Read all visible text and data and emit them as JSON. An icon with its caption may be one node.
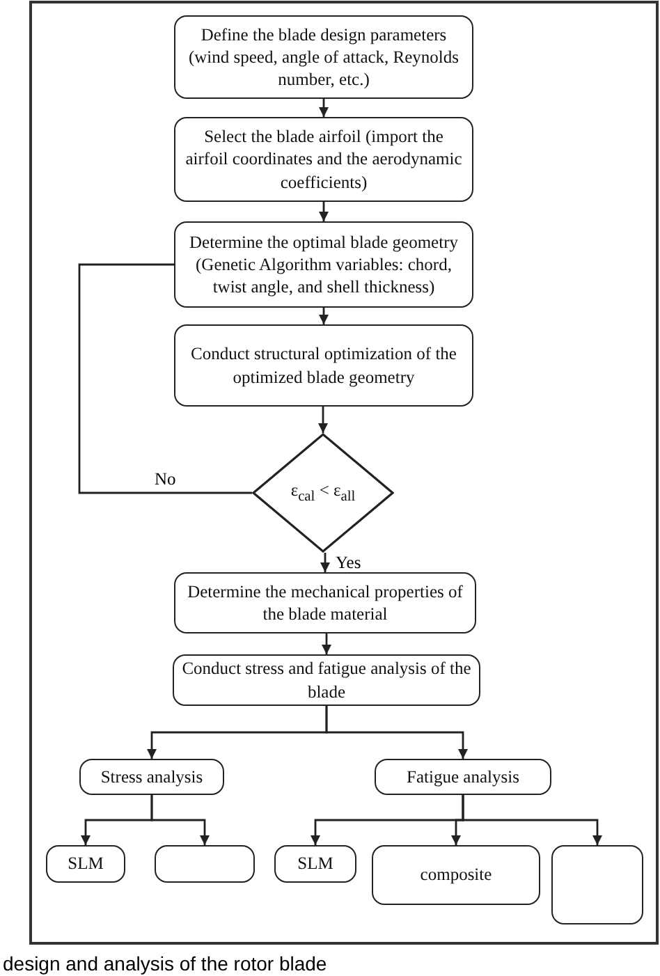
{
  "diagram": {
    "caption": "design and analysis of the rotor blade",
    "nodes": [
      {
        "text": [
          "Define the blade design parameters (wind speed, angle of attack, Reynolds number, etc.)"
        ]
      },
      {
        "text": [
          "Select the blade airfoil (import the airfoil coordinates and the aerodynamic coefficients)"
        ]
      },
      {
        "text": [
          "Determine the optimal blade geometry (Genetic Algorithm variables: chord, twist angle, and shell thickness)"
        ]
      },
      {
        "text": [
          "Conduct structural optimization of the optimized blade geometry"
        ]
      },
      {
        "text": [
          "ε$_{cal}$ < ε$_{all}$"
        ]
      },
      {
        "text": [
          "Determine the mechanical properties of the blade material"
        ]
      },
      {
        "text": [
          "Conduct stress and fatigue analysis of the blade"
        ]
      },
      {
        "text": [
          "Stress analysis"
        ]
      },
      {
        "text": [
          "Fatigue analysis"
        ]
      },
      {
        "text": [
          "SLM"
        ]
      },
      {
        "text": [],
        "shape": "box"
      },
      {
        "text": [
          "SLM"
        ]
      },
      {
        "text": [
          "composite"
        ]
      },
      {
        "text": [],
        "shape": "box"
      }
    ],
    "edges": [
      {
        "from": 0,
        "to": 1,
        "arrow": "to"
      },
      {
        "from": 1,
        "to": 2,
        "arrow": "to"
      },
      {
        "from": 2,
        "to": 3,
        "arrow": "to"
      },
      {
        "from": 3,
        "to": 4,
        "arrow": "to"
      },
      {
        "from": 4,
        "to": 2,
        "arrow": "none",
        "label": "No"
      },
      {
        "from": 4,
        "to": 5,
        "arrow": "to",
        "label": "Yes"
      },
      {
        "from": 5,
        "to": 6,
        "arrow": "to"
      },
      {
        "from": 6,
        "to": 7,
        "arrow": "to"
      },
      {
        "from": 6,
        "to": 8,
        "arrow": "to"
      },
      {
        "from": 7,
        "to": 9,
        "arrow": "to"
      },
      {
        "from": 7,
        "to": 10,
        "arrow": "to"
      },
      {
        "from": 8,
        "to": 11,
        "arrow": "to"
      },
      {
        "from": 8,
        "to": 12,
        "arrow": "to"
      },
      {
        "from": 8,
        "to": 13,
        "arrow": "to"
      }
    ]
  }
}
